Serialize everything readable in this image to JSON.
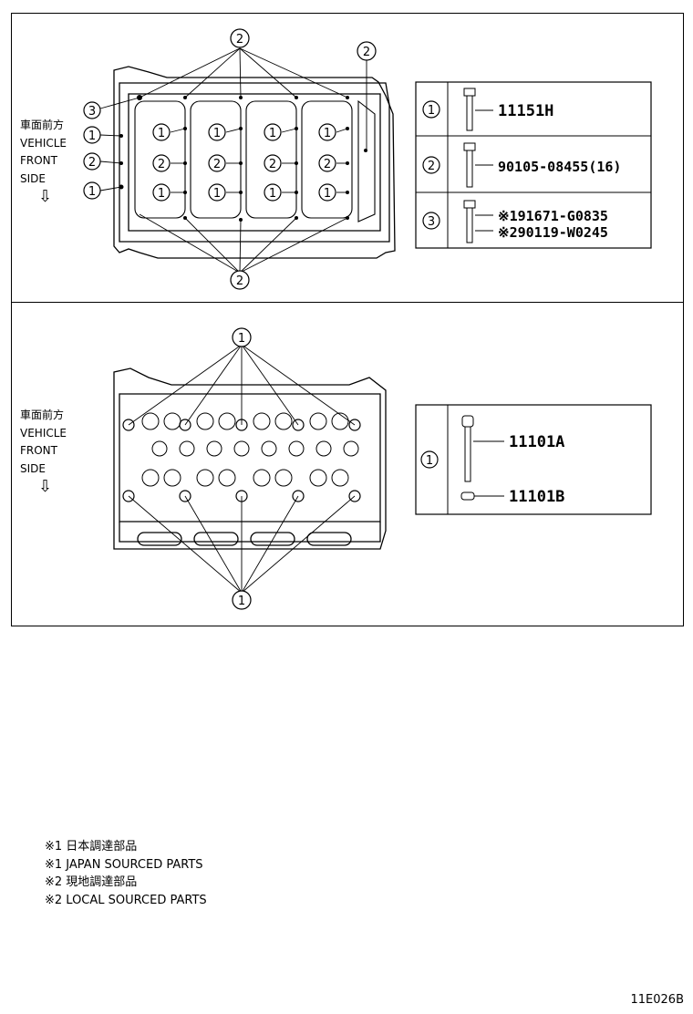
{
  "direction": {
    "jp": "車面前方",
    "line1": "VEHICLE",
    "line2": "FRONT",
    "line3": "SIDE"
  },
  "top_diagram": {
    "callouts": [
      "1",
      "2",
      "3"
    ],
    "legend": [
      {
        "ref": "1",
        "parts": [
          "11151H"
        ]
      },
      {
        "ref": "2",
        "parts": [
          "90105-08455(16)"
        ]
      },
      {
        "ref": "3",
        "parts": [
          "※191671-G0835",
          "※290119-W0245"
        ]
      }
    ]
  },
  "bottom_diagram": {
    "callouts": [
      "1"
    ],
    "legend": [
      {
        "ref": "1",
        "parts": [
          "11101A",
          "11101B"
        ]
      }
    ]
  },
  "footnotes": [
    "※1 日本調達部品",
    "※1 JAPAN SOURCED PARTS",
    "※2 現地調達部品",
    "※2 LOCAL SOURCED PARTS"
  ],
  "illustration_code": "11E026B"
}
